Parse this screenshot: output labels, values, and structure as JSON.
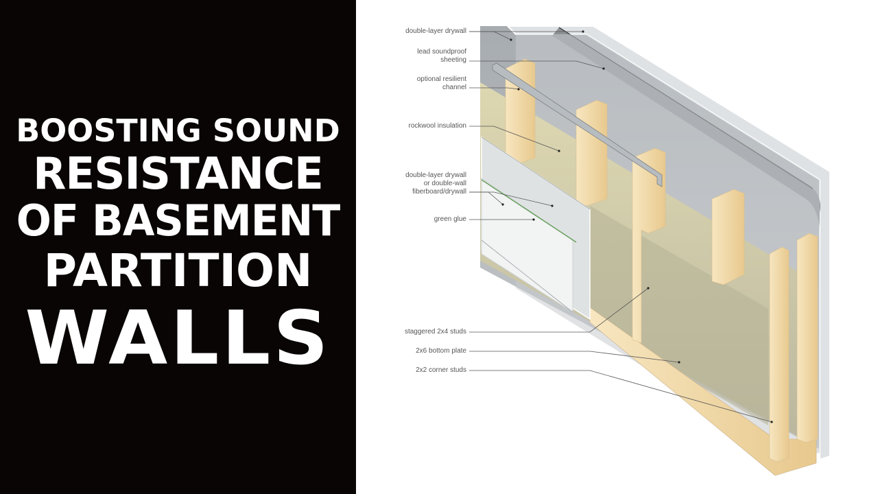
{
  "title": {
    "lines": [
      "BOOSTING SOUND",
      "RESISTANCE",
      "OF BASEMENT",
      "PARTITION",
      "WALLS"
    ],
    "color": "#ffffff",
    "background": "#0a0505"
  },
  "diagram": {
    "labels": [
      {
        "text": "double-layer drywall"
      },
      {
        "text": "lead soundproof\nsheeting"
      },
      {
        "text": "optional resilient\nchannel"
      },
      {
        "text": "rockwool insulation"
      },
      {
        "text": "double-layer drywall\nor double-wall\nfiberboard/drywall"
      },
      {
        "text": "green glue"
      },
      {
        "text": "staggered 2x4 studs"
      },
      {
        "text": "2x6 bottom plate"
      },
      {
        "text": "2x2 corner studs"
      }
    ],
    "colors": {
      "drywall": "#d9dcde",
      "lead_sheet": "#8f9295",
      "wood": "#f0d8a8",
      "insulation": "#d8d2a8",
      "green_glue": "#6aa060",
      "leader_line": "#555555"
    }
  }
}
